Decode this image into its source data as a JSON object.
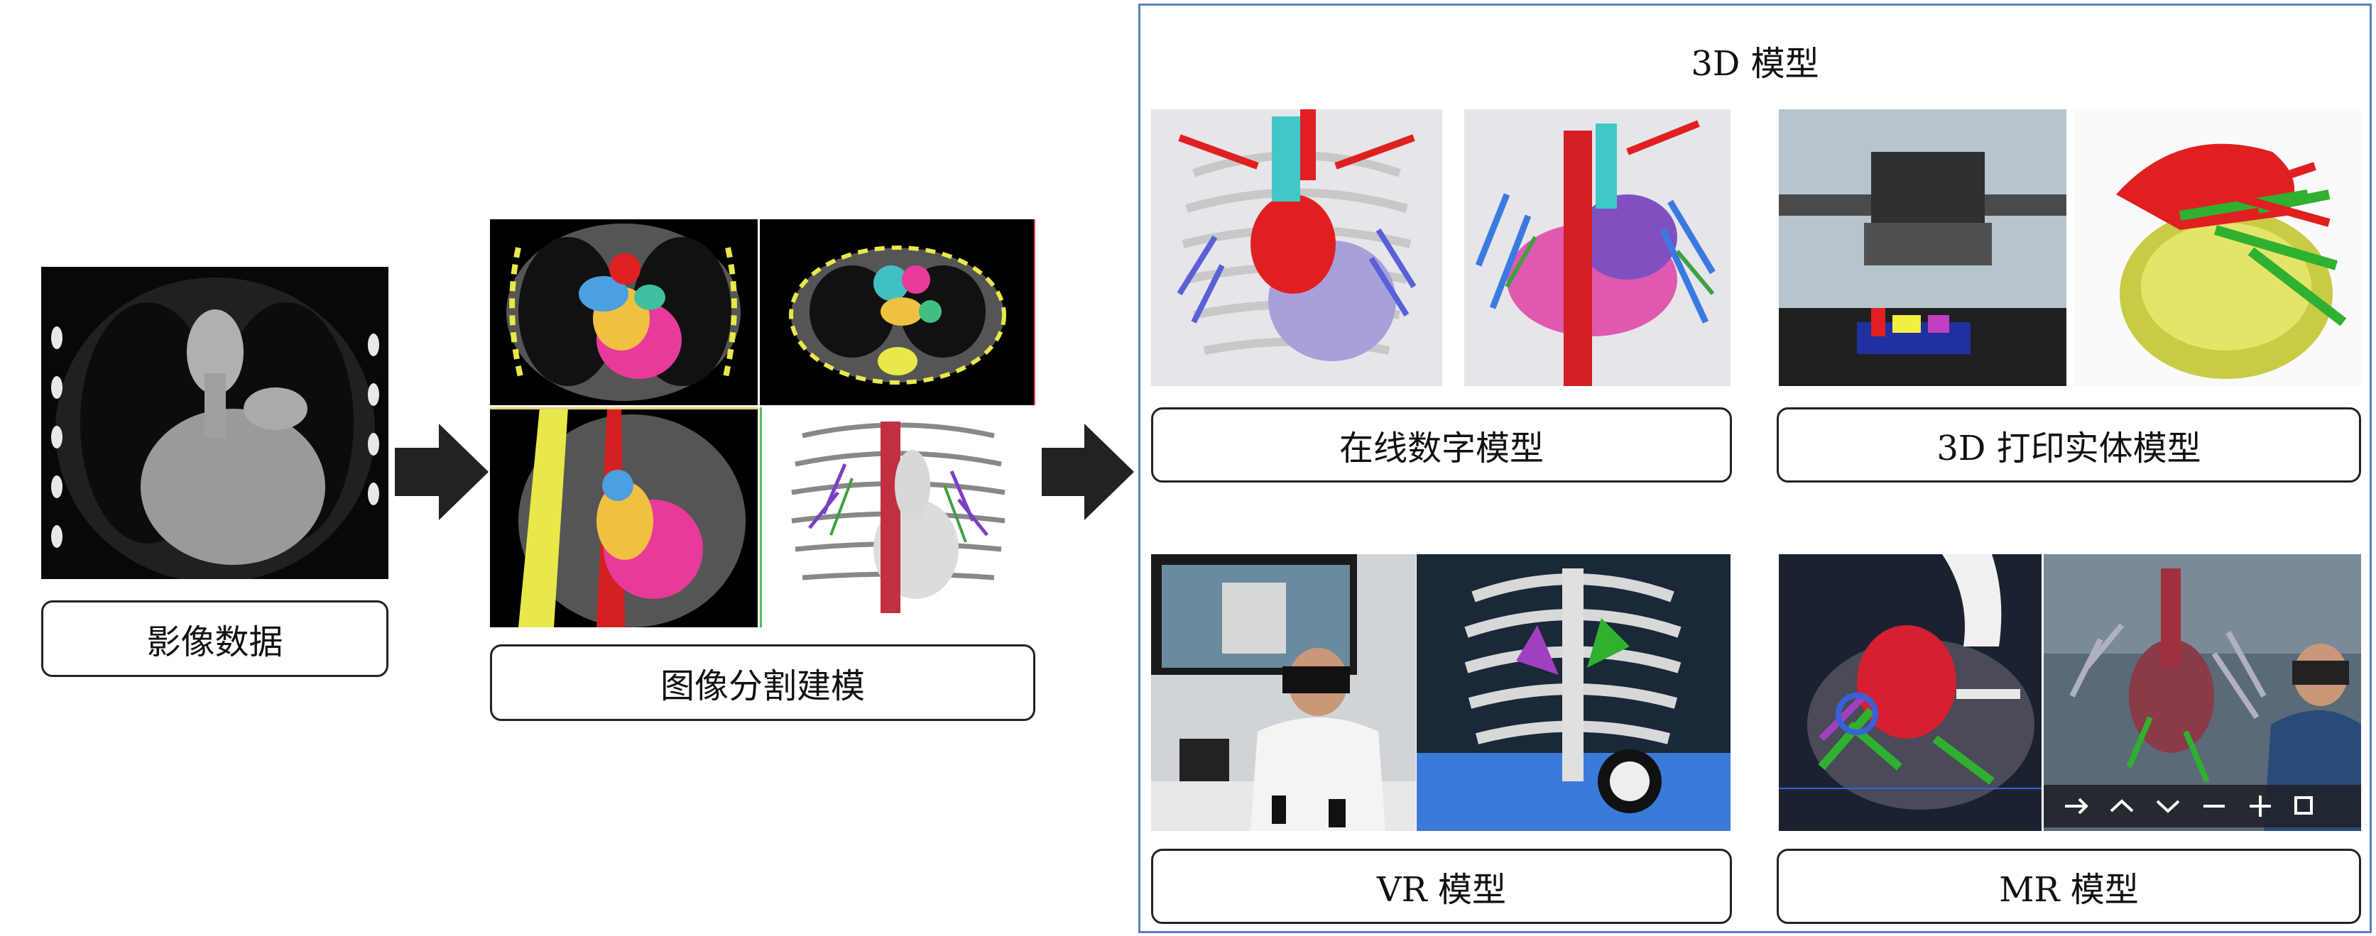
{
  "stage_labels": {
    "imaging": "影像数据",
    "segmentation": "图像分割建模"
  },
  "model_panel": {
    "title": "3D 模型",
    "online_digital": "在线数字模型",
    "printed_3d": "3D 打印实体模型",
    "vr": "VR 模型",
    "mr": "MR 模型"
  },
  "colors": {
    "panel_border": "#5b7fbf",
    "arrow": "#222222"
  }
}
